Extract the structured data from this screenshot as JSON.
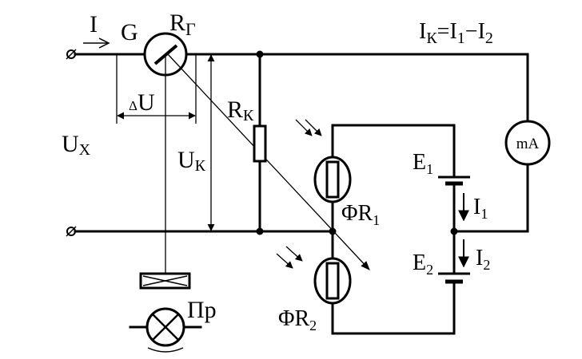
{
  "labels": {
    "current_in": "I",
    "galvanometer": "G",
    "r_g_main": "R",
    "r_g_sub": "Г",
    "i_k_formula": "I",
    "i_k_sub": "К",
    "i_k_eq": "=I",
    "i_k_sub1": "1",
    "i_k_minus": "−I",
    "i_k_sub2": "2",
    "delta": "Δ",
    "delta_u": "U",
    "r_k_main": "R",
    "r_k_sub": "К",
    "u_x_main": "U",
    "u_x_sub": "Х",
    "u_k_main": "U",
    "u_k_sub": "К",
    "milliammeter": "mA",
    "e1_main": "E",
    "e1_sub": "1",
    "i1_main": "I",
    "i1_sub": "1",
    "fr1_main": "ΦR",
    "fr1_sub": "1",
    "e2_main": "E",
    "e2_sub": "2",
    "i2_main": "I",
    "i2_sub": "2",
    "fr2_main": "ΦR",
    "fr2_sub": "2",
    "pr": "Пр"
  }
}
